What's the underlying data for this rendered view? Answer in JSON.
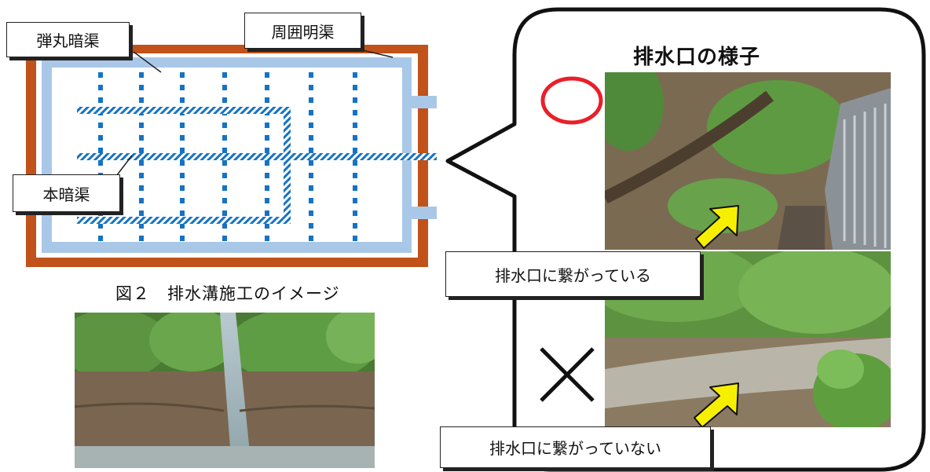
{
  "diagram": {
    "label_dangan": "弾丸暗渠",
    "label_shuui": "周囲明渠",
    "label_hon": "本暗渠",
    "caption": "図２　排水溝施工のイメージ"
  },
  "callout": {
    "title": "排水口の様子",
    "good_label": "排水口に繋がっている",
    "bad_label": "排水口に繋がっていない"
  },
  "colors": {
    "border_brown": "#c0521a",
    "drain_blue": "#a9c8e8",
    "dot_blue": "#1673c4",
    "circle_red": "#e8202a",
    "arrow_yellow": "#f6f000"
  },
  "icons": {
    "good": "red-circle-icon",
    "bad": "black-cross-icon",
    "pointer": "yellow-arrow-icon"
  }
}
